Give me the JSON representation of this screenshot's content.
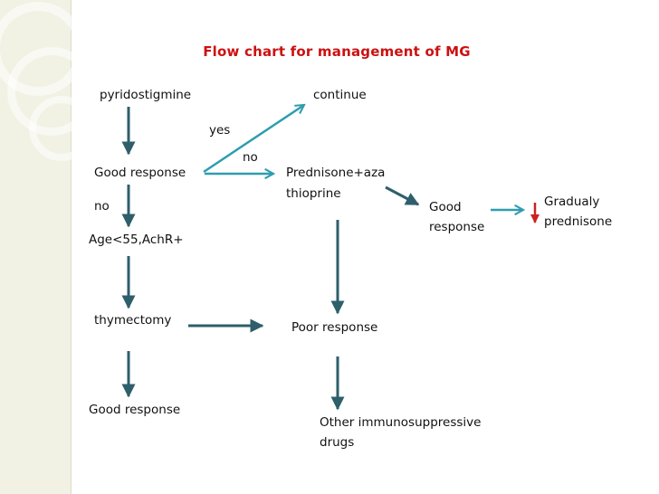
{
  "title": "Flow chart for management of MG",
  "nodes": {
    "pyridostigmine": "pyridostigmine",
    "continue": "continue",
    "yes": "yes",
    "no_mid": "no",
    "good_response_1": "Good response",
    "prednisone_line1": "Prednisone+aza",
    "prednisone_line2": "thioprine",
    "no_left": "no",
    "good_line1": "Good",
    "good_line2": "response",
    "gradualy_line1": "Gradualy",
    "gradualy_line2": "prednisone",
    "age": "Age<55,AchR+",
    "thymectomy": "thymectomy",
    "poor_response": "Poor response",
    "good_response_2": "Good response",
    "other_line1": "Other immunosuppressive",
    "other_line2": "drugs"
  },
  "colors": {
    "title": "#cc1111",
    "arrow": "#2e5f6b",
    "arrow_down_red": "#cc2222",
    "text": "#111111"
  }
}
